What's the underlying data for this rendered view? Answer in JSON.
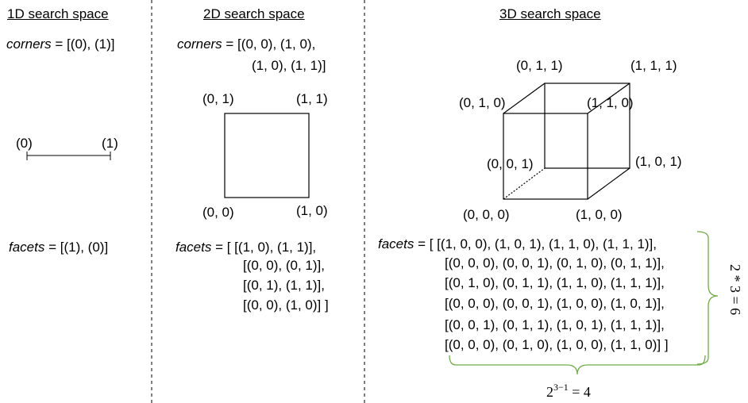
{
  "headers": {
    "one_d": "1D search space",
    "two_d": "2D search space",
    "three_d": "3D search space"
  },
  "one_d": {
    "corners_label": "corners",
    "corners_value": " = [(0), (1)]",
    "left_label": "(0)",
    "right_label": "(1)",
    "facets_label": "facets",
    "facets_value": " = [(1), (0)]"
  },
  "two_d": {
    "corners_label": "corners",
    "corners_line1": " = [(0, 0), (1, 0),",
    "corners_line2": "(1, 0), (1, 1)]",
    "tl": "(0, 1)",
    "tr": "(1, 1)",
    "bl": "(0, 0)",
    "br": "(1, 0)",
    "facets_label": "facets",
    "facets_lines": [
      " = [ [(1, 0), (1, 1)],",
      "[(0, 0), (0, 1)],",
      "[(0, 1), (1, 1)],",
      "[(0, 0), (1, 0)] ]"
    ]
  },
  "three_d": {
    "v011": "(0, 1, 1)",
    "v111": "(1, 1, 1)",
    "v010": "(0, 1, 0)",
    "v110": "(1, 1, 0)",
    "v001": "(0, 0, 1)",
    "v101": "(1, 0, 1)",
    "v000": "(0, 0, 0)",
    "v100": "(1, 0, 0)",
    "facets_label": "facets",
    "facets_lines": [
      " = [ [(1, 0, 0), (1, 0, 1), (1, 1, 0), (1, 1, 1)],",
      "[(0, 0, 0), (0, 0, 1), (0, 1, 0), (0, 1, 1)],",
      "[(0, 1, 0), (0, 1, 1), (1, 1, 0), (1, 1, 1)],",
      "[(0, 0, 0), (0, 0, 1), (1, 0, 0), (1, 0, 1)],",
      "[(0, 0, 1), (0, 1, 1), (1, 0, 1), (1, 1, 1)],",
      "[(0, 0, 0), (0, 1, 0), (1, 0, 0), (1, 1, 0)] ]"
    ],
    "count_rows": "2 * 3 = 6",
    "count_cols_base": "2",
    "count_cols_exp": "3−1",
    "count_cols_rest": " = 4"
  },
  "colors": {
    "brace": "#70ad47",
    "divider": "#555555"
  }
}
